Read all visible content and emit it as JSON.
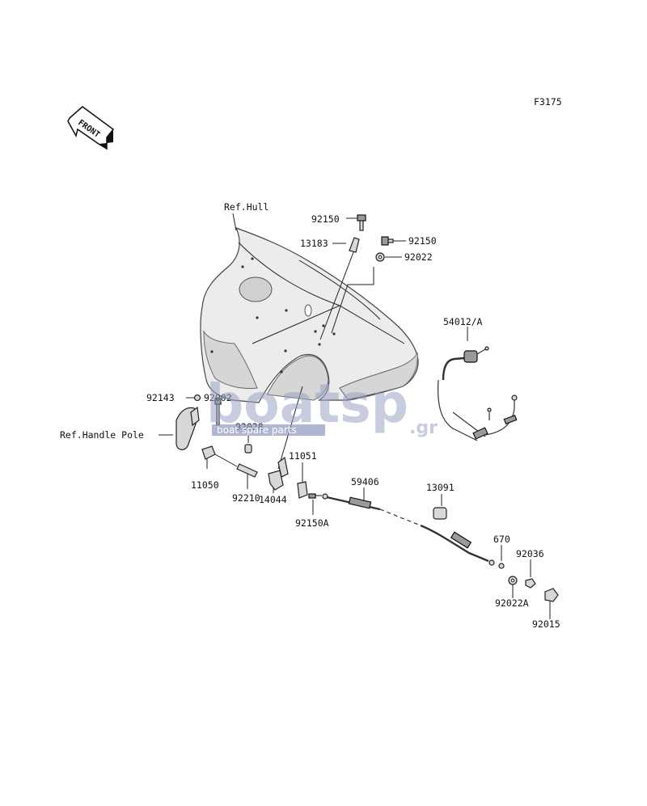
{
  "figure_code": "F3175",
  "front_arrow_label": "FRONT",
  "reference_labels": {
    "hull": "Ref.Hull",
    "handle_pole": "Ref.Handle Pole"
  },
  "part_labels": {
    "p92150_top": "92150",
    "p13183": "13183",
    "p92150_right": "92150",
    "p92022": "92022",
    "p54012": "54012/A",
    "p92143": "92143",
    "p92002": "92002",
    "p92028": "92028",
    "p11050": "11050",
    "p92210": "92210",
    "p14044": "14044",
    "p11051": "11051",
    "p92150A": "92150A",
    "p59406": "59406",
    "p13091": "13091",
    "p670": "670",
    "p92036": "92036",
    "p92022A": "92022A",
    "p92015": "92015"
  },
  "watermark": {
    "logo_text": "boatsp",
    "logo_suffix": ".gr",
    "tagline": "boat spare parts",
    "colors": {
      "logo": "#9aa4c4",
      "tagline_bg": "#8f98bf"
    }
  }
}
